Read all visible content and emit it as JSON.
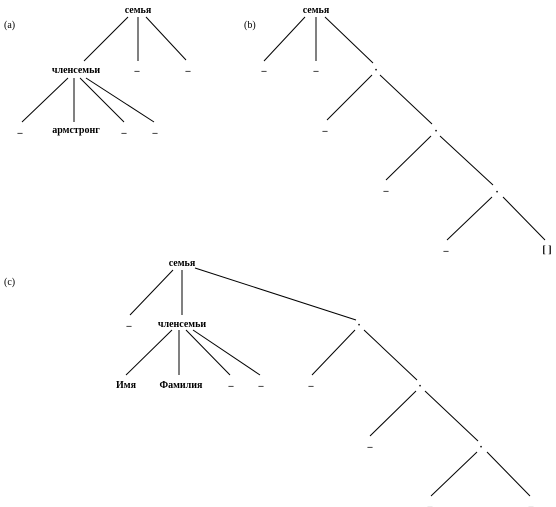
{
  "panels": [
    {
      "id": "a",
      "label": "(a)",
      "nodes": {
        "root": "семья",
        "members": "членсемьи",
        "d1": "_",
        "d2": "_",
        "m1": "_",
        "m2": "армстронг",
        "m3": "_",
        "m4": "_"
      }
    },
    {
      "id": "b",
      "label": "(b)",
      "nodes": {
        "root": "семья",
        "c1": "_",
        "c2": "_",
        "dot1": "·",
        "c3": "_",
        "dot2": "·",
        "c4": "_",
        "dot3": "·",
        "c5": "_",
        "empty": "[ ]"
      }
    },
    {
      "id": "c",
      "label": "(c)",
      "nodes": {
        "root": "семья",
        "c1": "_",
        "members": "членсемьи",
        "m1": "Имя",
        "m2": "Фамилия",
        "m3": "_",
        "m4": "_",
        "dot1": "·",
        "c2": "_",
        "dot2": "·",
        "c3": "_",
        "dot3": "·",
        "c4": "_",
        "c5": "_"
      }
    }
  ]
}
